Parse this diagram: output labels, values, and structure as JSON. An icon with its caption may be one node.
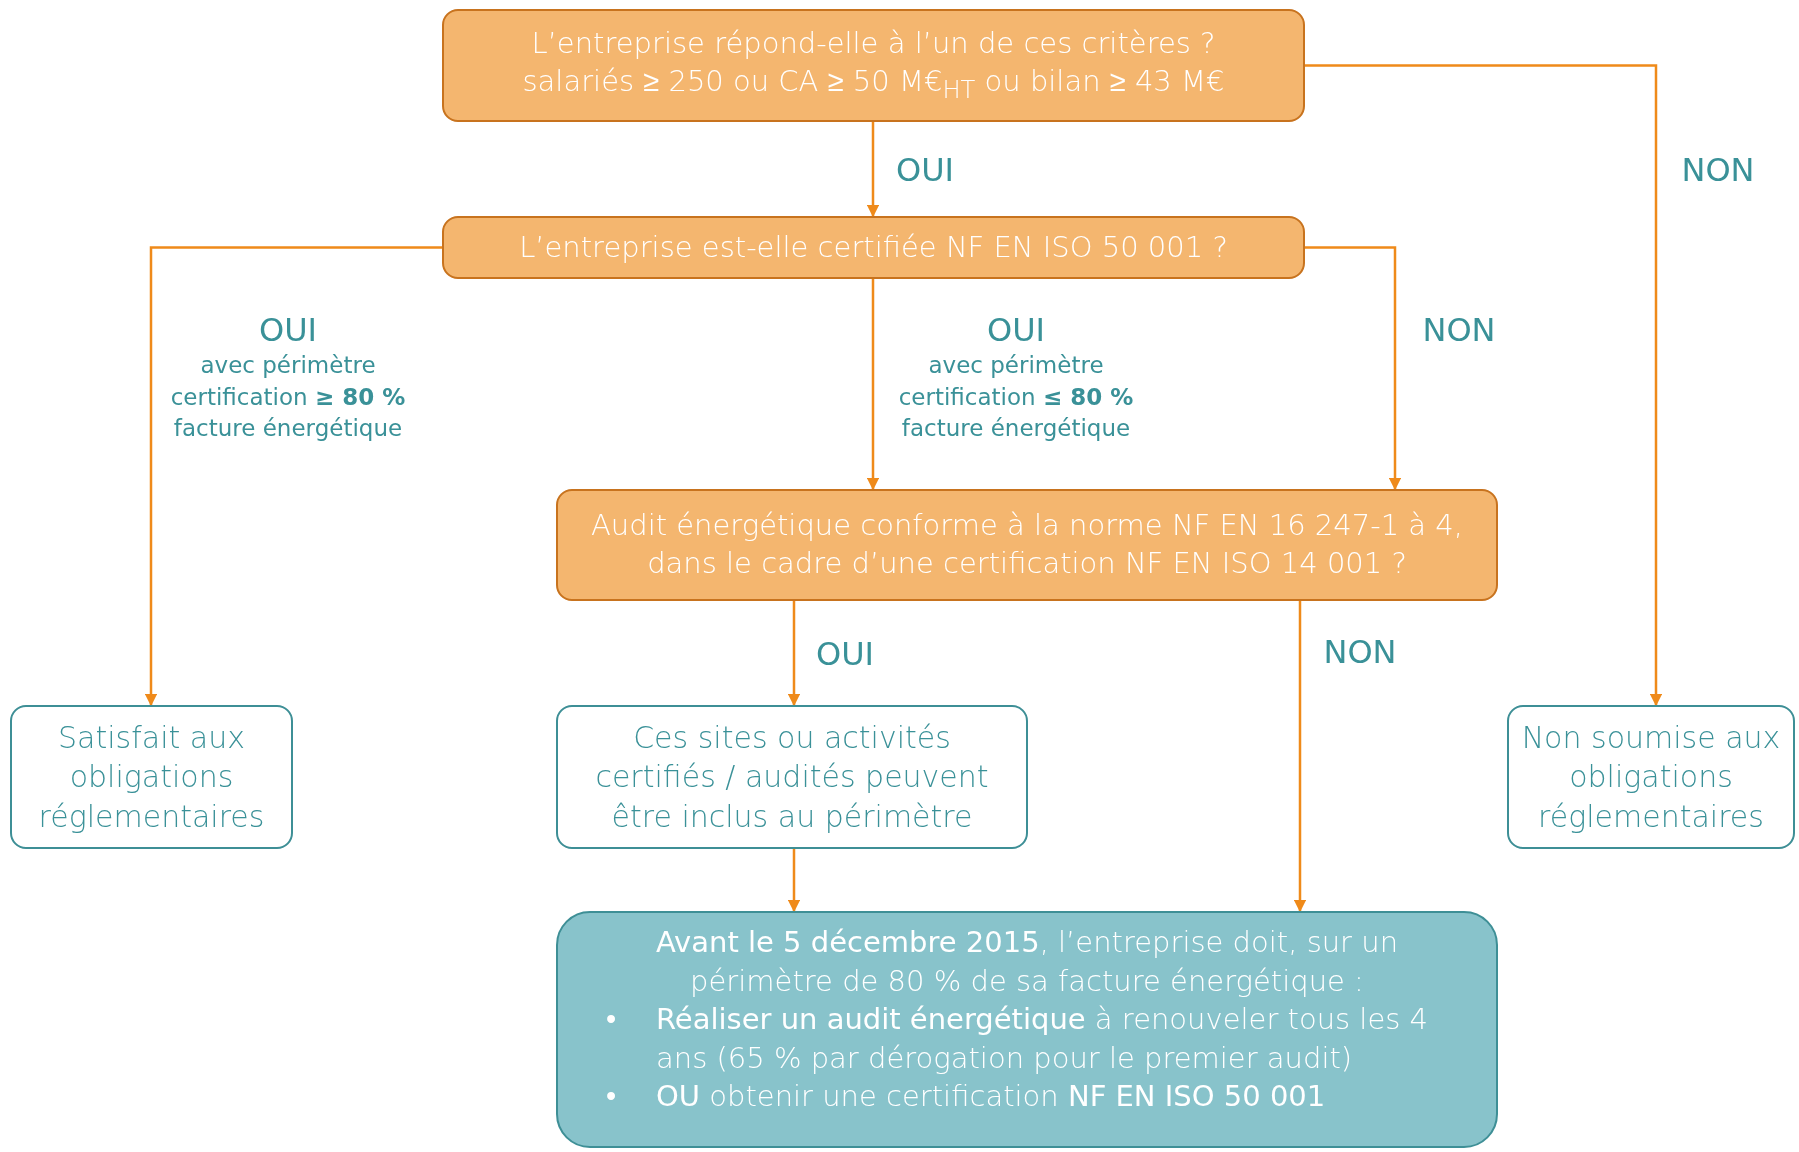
{
  "diagram": {
    "nodes": [
      {
        "text": [
          "L’entreprise répond-elle à l’un de ces critères ?",
          "salariés ≥ 250 ou CA ≥ 50 M€$_{HT}$ ou bilan ≥ 43 M€"
        ]
      },
      {
        "text": [
          "L’entreprise est-elle certifiée NF EN ISO 50 001 ?"
        ]
      },
      {
        "text": [
          "Audit énergétique conforme à la norme NF EN 16 247-1 à 4, dans le cadre d’une certification NF EN ISO 14 001 ?"
        ]
      },
      {
        "text": [
          "Satisfait aux obligations réglementaires"
        ]
      },
      {
        "text": [
          "Ces sites ou activités certifiés / audités peuvent être inclus au périmètre"
        ]
      },
      {
        "text": [
          "Non soumise aux obligations réglementaires"
        ]
      },
      {
        "text": [
          "**Avant le 5 décembre 2015**, l’entreprise doit, sur un périmètre de 80 % de sa facture énergétique :",
          "•",
          "**Réaliser un audit énergétique** à renouveler tous les 4 ans (65 % par dérogation pour le premier audit)",
          "•",
          "**OU** obtenir une certification **NF EN ISO 50 001**"
        ]
      }
    ],
    "edges": [
      {
        "from": 0,
        "to": 1,
        "arrow": "to",
        "label": "OUI"
      },
      {
        "from": 0,
        "to": 5,
        "arrow": "to",
        "label": "NON"
      },
      {
        "from": 1,
        "to": 3,
        "arrow": "to",
        "label": "OUI"
      },
      {
        "from": 1,
        "to": 2,
        "arrow": "to",
        "label": "OUI"
      },
      {
        "from": 1,
        "to": 2,
        "arrow": "to",
        "label": "NON"
      },
      {
        "from": 2,
        "to": 4,
        "arrow": "to",
        "label": "OUI"
      },
      {
        "from": 2,
        "to": 6,
        "arrow": "to",
        "label": "NON"
      },
      {
        "from": 4,
        "to": 6,
        "arrow": "to"
      }
    ],
    "labels": [
      "avec périmètre certification **≥ 80 %** facture énergétique",
      "avec périmètre certification **≤ 80 %** facture énergétique"
    ]
  }
}
